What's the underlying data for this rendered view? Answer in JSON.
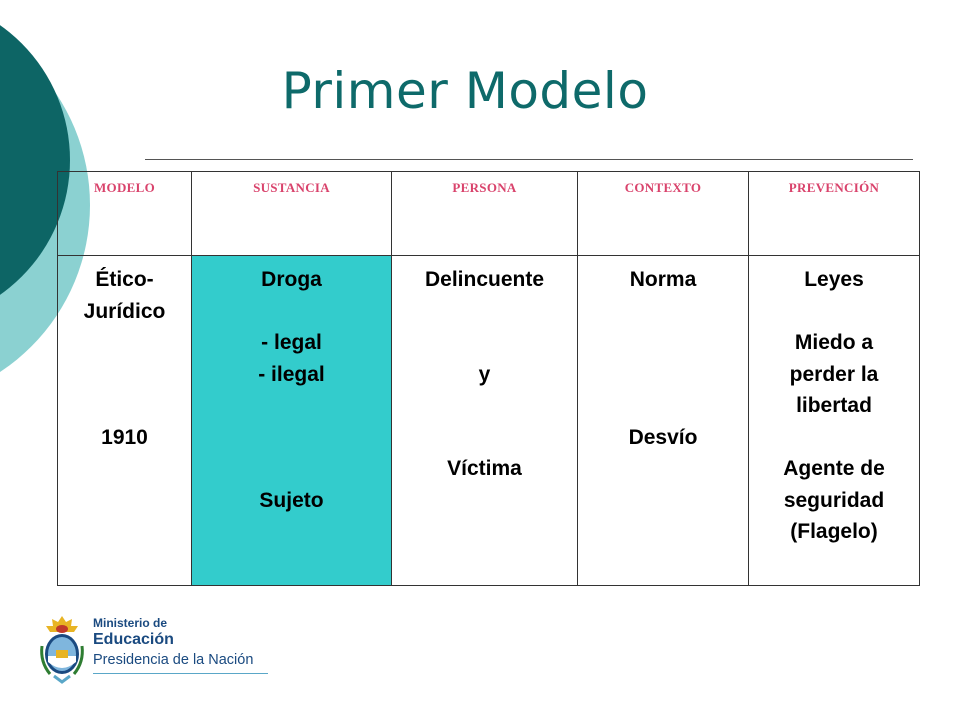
{
  "slide": {
    "title": "Primer Modelo",
    "colors": {
      "title": "#0e6a6a",
      "header_text": "#d9436c",
      "highlight": "#33cccc",
      "deco_dark": "#0d6565",
      "deco_light": "#8bd1d1"
    }
  },
  "table": {
    "headers": [
      "MODELO",
      "SUSTANCIA",
      "PERSONA",
      "CONTEXTO",
      "PREVENCIÓN"
    ],
    "cells": [
      [
        "Ético-",
        "Jurídico",
        "",
        "",
        "",
        "1910"
      ],
      [
        "Droga",
        "",
        "- legal",
        "- ilegal",
        "",
        "",
        "",
        "Sujeto"
      ],
      [
        "Delincuente",
        "",
        "",
        "y",
        "",
        "",
        "Víctima"
      ],
      [
        "Norma",
        "",
        "",
        "",
        "",
        "Desvío"
      ],
      [
        "Leyes",
        "",
        "Miedo a",
        "perder la",
        "libertad",
        "",
        "Agente de",
        "seguridad",
        "(Flagelo)"
      ]
    ]
  },
  "logo": {
    "line1": "Ministerio de",
    "line2": "Educación",
    "line3": "Presidencia de la Nación",
    "seal_icon": "coat-of-arms-icon"
  }
}
